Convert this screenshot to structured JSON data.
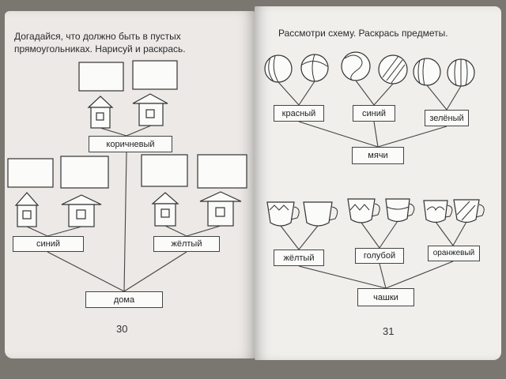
{
  "left_page": {
    "heading_line1": "Догадайся, что должно быть в пустых",
    "heading_line2": "прямоугольниках. Нарисуй и раскрась.",
    "labels": {
      "brown": "коричневый",
      "blue": "синий",
      "yellow": "жёлтый",
      "houses": "дома"
    },
    "page_number": "30"
  },
  "right_page": {
    "heading": "Рассмотри схему. Раскрась предметы.",
    "ball_labels": {
      "red": "красный",
      "blue": "синий",
      "green": "зелёный",
      "balls": "мячи"
    },
    "cup_labels": {
      "yellow": "жёлтый",
      "light_blue": "голубой",
      "orange": "оранжевый",
      "cups": "чашки"
    },
    "page_number": "31"
  }
}
